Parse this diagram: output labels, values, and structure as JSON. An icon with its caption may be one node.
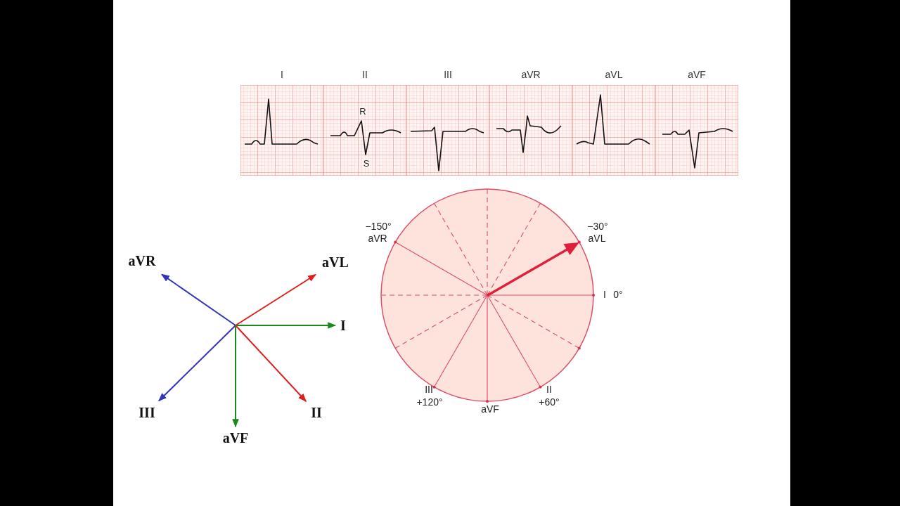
{
  "diagram": {
    "nodes": [
      {
        "text": [
          "I"
        ]
      },
      {
        "text": [
          "II",
          "R",
          "S"
        ]
      },
      {
        "text": [
          "III"
        ]
      },
      {
        "text": [
          "aVR"
        ]
      },
      {
        "text": [
          "aVL"
        ]
      },
      {
        "text": [
          "aVF"
        ]
      },
      {
        "text": [
          "aVR"
        ]
      },
      {
        "text": [
          "aVL"
        ]
      },
      {
        "text": [
          "I"
        ]
      },
      {
        "text": [
          "III"
        ]
      },
      {
        "text": [
          "aVF"
        ]
      },
      {
        "text": [
          "II"
        ]
      }
    ],
    "edges": [
      {
        "from": null,
        "to": 6,
        "arrow": "to",
        "color": "#3333bb"
      },
      {
        "from": null,
        "to": 7,
        "arrow": "to",
        "color": "#e02020"
      },
      {
        "from": null,
        "to": 8,
        "arrow": "to",
        "color": "#1a8a1a"
      },
      {
        "from": null,
        "to": 9,
        "arrow": "to",
        "color": "#3333bb"
      },
      {
        "from": null,
        "to": 10,
        "arrow": "to",
        "color": "#1a8a1a"
      },
      {
        "from": null,
        "to": 11,
        "arrow": "to",
        "color": "#e02020"
      }
    ],
    "labels": [
      "−150°",
      "aVR",
      "−30°",
      "aVL",
      "I",
      "0°",
      "III",
      "+120°",
      "aVF",
      "II",
      "+60°"
    ]
  }
}
